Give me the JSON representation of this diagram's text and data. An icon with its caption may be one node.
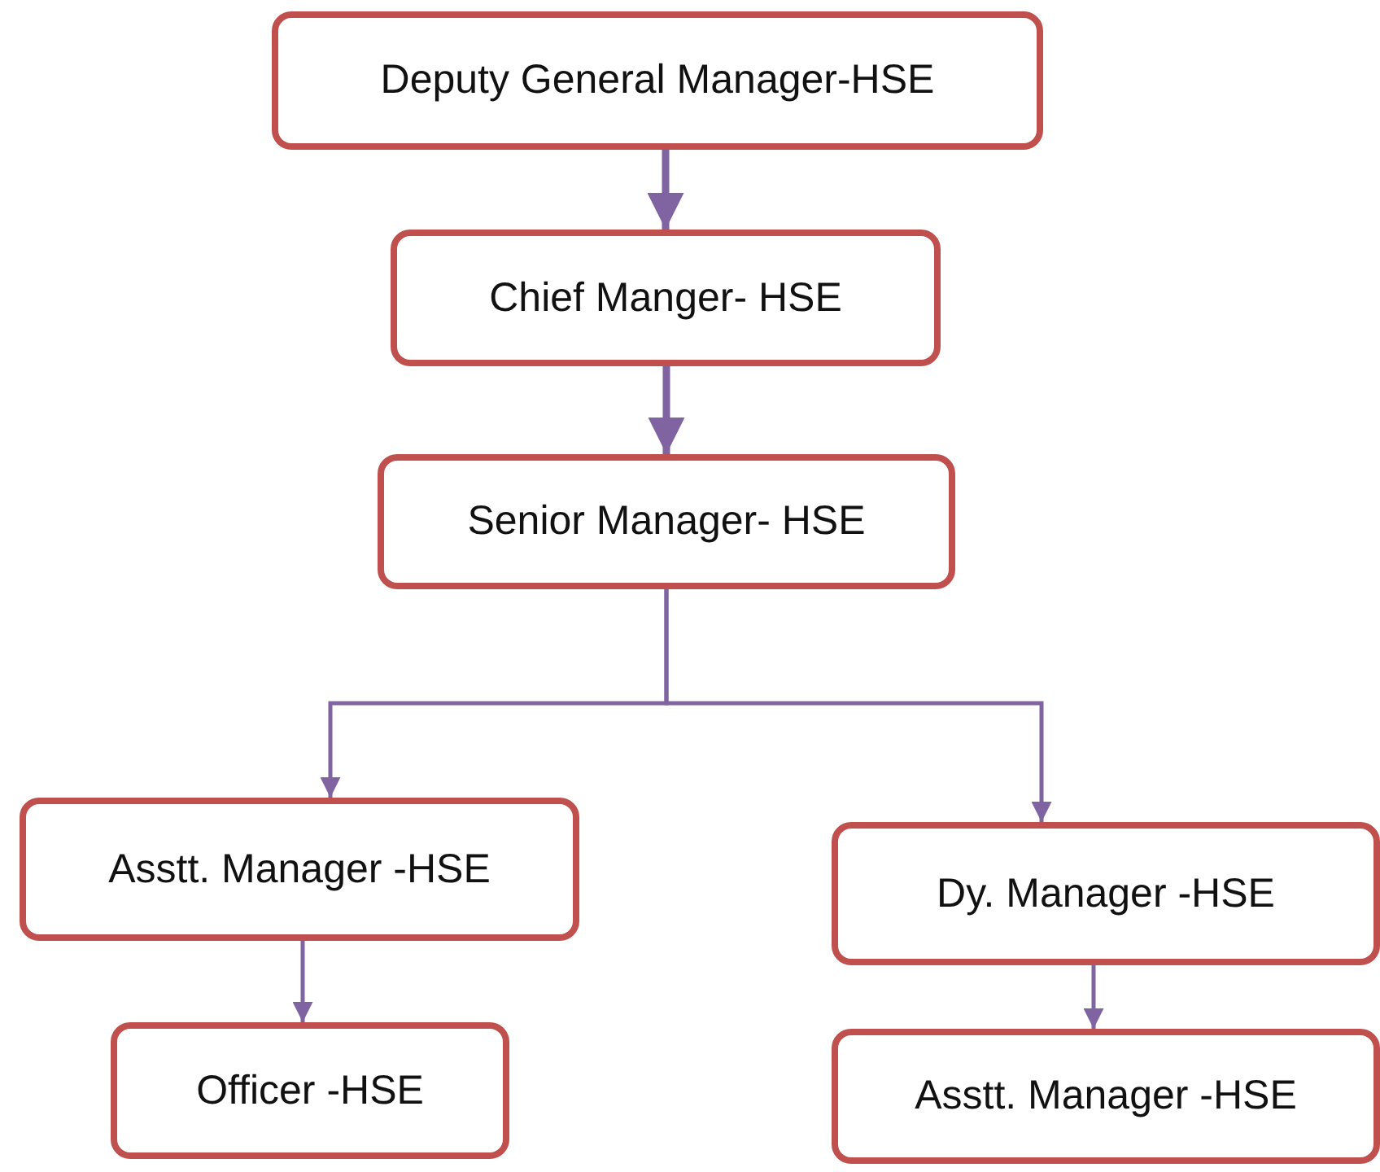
{
  "diagram": {
    "nodes": [
      {
        "text": [
          "Deputy General Manager-HSE"
        ]
      },
      {
        "text": [
          "Chief Manger- HSE"
        ]
      },
      {
        "text": [
          "Senior Manager- HSE"
        ]
      },
      {
        "text": [
          "Asstt. Manager -HSE"
        ]
      },
      {
        "text": [
          "Dy. Manager -HSE"
        ]
      },
      {
        "text": [
          "Officer -HSE"
        ]
      },
      {
        "text": [
          "Asstt. Manager -HSE"
        ]
      }
    ],
    "edges": [
      {
        "from": 0,
        "to": 1,
        "arrow": "to",
        "style": "thick"
      },
      {
        "from": 1,
        "to": 2,
        "arrow": "to",
        "style": "thick"
      },
      {
        "from": 2,
        "to": 3,
        "arrow": "to"
      },
      {
        "from": 2,
        "to": 4,
        "arrow": "to"
      },
      {
        "from": 3,
        "to": 5,
        "arrow": "to"
      },
      {
        "from": 4,
        "to": 6,
        "arrow": "to"
      }
    ]
  }
}
